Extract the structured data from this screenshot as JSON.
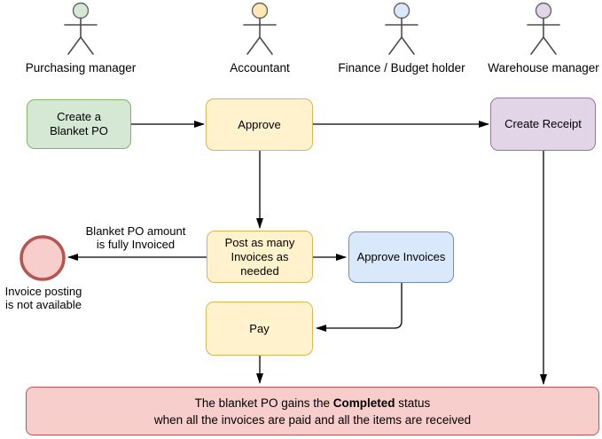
{
  "actors": [
    {
      "label": "Purchasing manager",
      "head_color": "#d5e8d4"
    },
    {
      "label": "Accountant",
      "head_color": "#fce8b0"
    },
    {
      "label": "Finance / Budget holder",
      "head_color": "#dae8fc"
    },
    {
      "label": "Warehouse manager",
      "head_color": "#e1d5e7"
    }
  ],
  "nodes": {
    "create_po": {
      "label": "Create a Blanket PO",
      "fill": "#d5e8d4",
      "stroke": "#82b366"
    },
    "approve": {
      "label": "Approve",
      "fill": "#fff2cc",
      "stroke": "#d6b656"
    },
    "create_receipt": {
      "label": "Create Receipt",
      "fill": "#e1d5e7",
      "stroke": "#9673a6"
    },
    "post_invoices": {
      "label": "Post as many Invoices as needed",
      "fill": "#fff2cc",
      "stroke": "#d6b656"
    },
    "approve_invoices": {
      "label": "Approve Invoices",
      "fill": "#dae8fc",
      "stroke": "#6c8ebf"
    },
    "pay": {
      "label": "Pay",
      "fill": "#fff2cc",
      "stroke": "#d6b656"
    }
  },
  "terminator": {
    "label_line1": "Invoice posting",
    "label_line2": "is not available",
    "fill": "#f8cecc",
    "stroke": "#b85450"
  },
  "edge_label": {
    "line1": "Blanket PO amount",
    "line2": "is fully Invoiced"
  },
  "banner": {
    "line1_pre": "The blanket PO gains the ",
    "line1_bold": "Completed",
    "line1_post": " status",
    "line2": "when all the invoices are paid and all the items are received",
    "fill": "#f8cecc",
    "stroke": "#b85450"
  },
  "edge_color": "#000000"
}
